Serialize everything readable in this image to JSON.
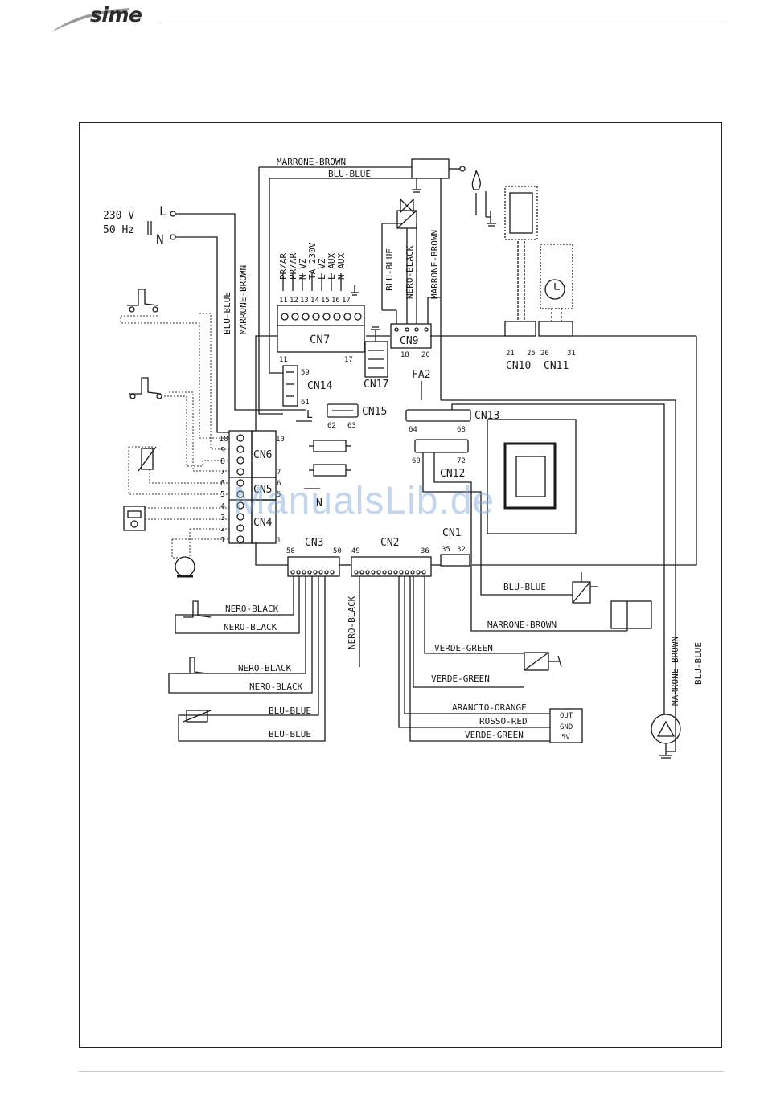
{
  "header": {
    "brand": "sime"
  },
  "watermark": "ManualsLib.de",
  "power": {
    "voltage": "230 V",
    "frequency": "50 Hz",
    "line": "L",
    "neutral": "N"
  },
  "connectors": {
    "cn1": "CN1",
    "cn2": "CN2",
    "cn3": "CN3",
    "cn4": "CN4",
    "cn5": "CN5",
    "cn6": "CN6",
    "cn7": "CN7",
    "cn9": "CN9",
    "cn10": "CN10",
    "cn11": "CN11",
    "cn12": "CN12",
    "cn13": "CN13",
    "cn14": "CN14",
    "cn15": "CN15",
    "cn17": "CN17",
    "fa2": "FA2"
  },
  "cn7_terminals": [
    "PR/AR",
    "PR/AR",
    "N VZ",
    "TA 230V",
    "L VZ",
    "L AUX",
    "N AUX"
  ],
  "cn7_numbers": [
    "11",
    "12",
    "13",
    "14",
    "15",
    "16",
    "17"
  ],
  "pins": {
    "p17": "17",
    "p18": "18",
    "p20": "20",
    "p21": "21",
    "p25": "25",
    "p26": "26",
    "p31": "31",
    "p59": "59",
    "p61": "61",
    "p62": "62",
    "p63": "63",
    "p64": "64",
    "p68": "68",
    "p69": "69",
    "p72": "72",
    "p58": "58",
    "p50": "50",
    "p49": "49",
    "p36": "36",
    "p35": "35",
    "p32": "32",
    "cn6_10": "10",
    "cn6_7": "7",
    "cn5_6": "6",
    "cn5_5": "5",
    "cn4_1": "1"
  },
  "terminal_numbers": [
    "10",
    "9",
    "8",
    "7",
    "6",
    "5",
    "4",
    "3",
    "2",
    "1"
  ],
  "small_labels": {
    "l": "L",
    "n": "N"
  },
  "wires": {
    "marrone_brown": "MARRONE-BROWN",
    "blu_blue": "BLU-BLUE",
    "nero_black": "NERO-BLACK",
    "verde_green": "VERDE-GREEN",
    "arancio_orange": "ARANCIO-ORANGE",
    "rosso_red": "ROSSO-RED"
  },
  "sensor_box": {
    "out": "OUT",
    "gnd": "GND",
    "v5": "5V"
  },
  "colors": {
    "line": "#1a1a1a",
    "dotted": "#333333",
    "watermark": "#78a5dc"
  }
}
